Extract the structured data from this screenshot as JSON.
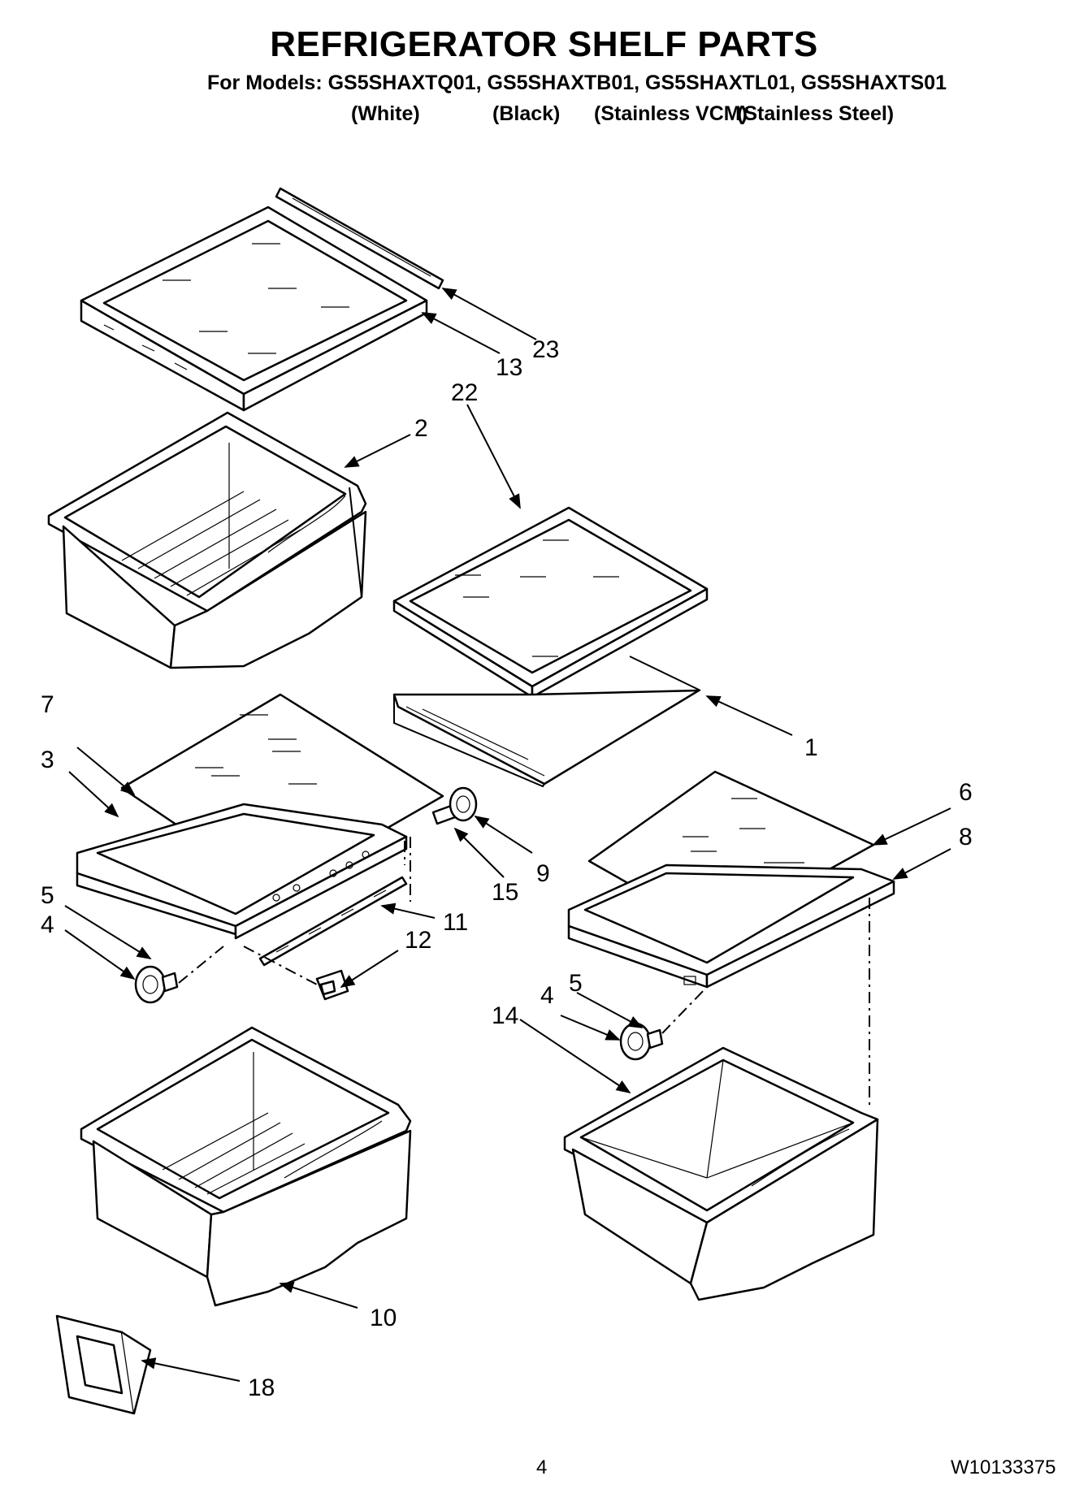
{
  "title": "REFRIGERATOR SHELF PARTS",
  "models_line": "For Models: GS5SHAXTQ01, GS5SHAXTB01, GS5SHAXTL01, GS5SHAXTS01",
  "variants": [
    "(White)",
    "(Black)",
    "(Stainless VCM)",
    "(Stainless Steel)"
  ],
  "callouts": {
    "c1": "1",
    "c2": "2",
    "c3": "3",
    "c4a": "4",
    "c4b": "4",
    "c5a": "5",
    "c5b": "5",
    "c6": "6",
    "c7": "7",
    "c8": "8",
    "c9": "9",
    "c10": "10",
    "c11": "11",
    "c12": "12",
    "c13": "13",
    "c14": "14",
    "c15": "15",
    "c18": "18",
    "c22": "22",
    "c23": "23"
  },
  "footer": {
    "page_number": "4",
    "doc_number": "W10133375"
  }
}
